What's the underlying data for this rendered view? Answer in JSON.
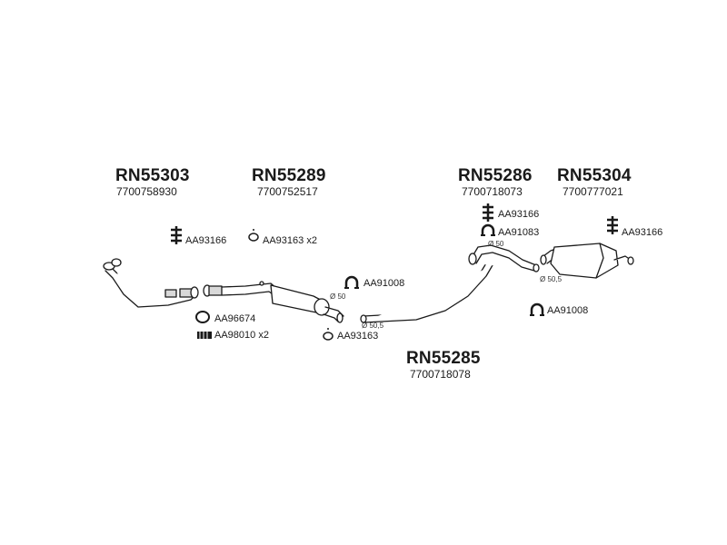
{
  "groups": [
    {
      "ref": "RN55303",
      "num": "7700758930"
    },
    {
      "ref": "RN55289",
      "num": "7700752517"
    },
    {
      "ref": "RN55286",
      "num": "7700718073"
    },
    {
      "ref": "RN55304",
      "num": "7700777021"
    },
    {
      "ref": "RN55285",
      "num": "7700718078"
    }
  ],
  "parts": {
    "p1": "AA93166",
    "p2": "AA93163 x2",
    "p3": "AA91008",
    "p4": "AA96674",
    "p5": "AA98010 x2",
    "p6": "AA93163",
    "p7": "AA93166",
    "p8": "AA91083",
    "p9": "AA93166",
    "p10": "AA91008"
  },
  "diameters": {
    "d1": "Ø 50",
    "d2": "Ø 50,5",
    "d3": "Ø 50",
    "d4": "Ø 50,5"
  },
  "colors": {
    "line": "#1a1a1a",
    "fill": "#ffffff",
    "shade": "#d9d9d9"
  }
}
